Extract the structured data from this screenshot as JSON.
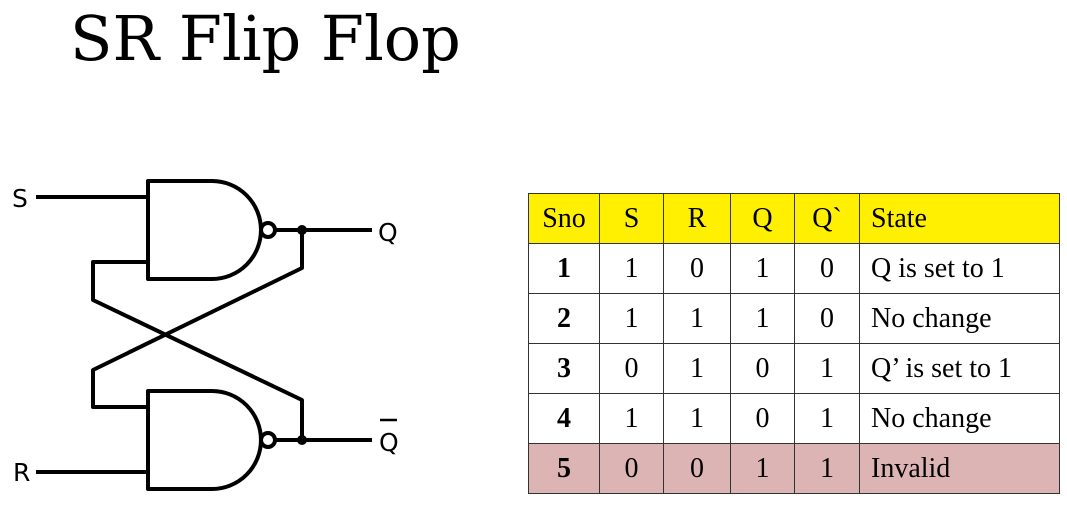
{
  "title": "SR Flip Flop",
  "circuit": {
    "inputs": {
      "s": "S",
      "r": "R"
    },
    "outputs": {
      "q": "Q",
      "q_bar": "Q"
    },
    "gates": [
      "nand",
      "nand"
    ]
  },
  "truth_table": {
    "header_color": "#ffef00",
    "invalid_row_color": "#ddb4b4",
    "headers": [
      "Sno",
      "S",
      "R",
      "Q",
      "Q`",
      "State"
    ],
    "rows": [
      {
        "sno": "1",
        "s": "1",
        "r": "0",
        "q": "1",
        "q_bar": "0",
        "state": "Q is set to 1"
      },
      {
        "sno": "2",
        "s": "1",
        "r": "1",
        "q": "1",
        "q_bar": "0",
        "state": "No change"
      },
      {
        "sno": "3",
        "s": "0",
        "r": "1",
        "q": "0",
        "q_bar": "1",
        "state": "Q’ is set to 1"
      },
      {
        "sno": "4",
        "s": "1",
        "r": "1",
        "q": "0",
        "q_bar": "1",
        "state": "No change"
      },
      {
        "sno": "5",
        "s": "0",
        "r": "0",
        "q": "1",
        "q_bar": "1",
        "state": "Invalid"
      }
    ]
  }
}
